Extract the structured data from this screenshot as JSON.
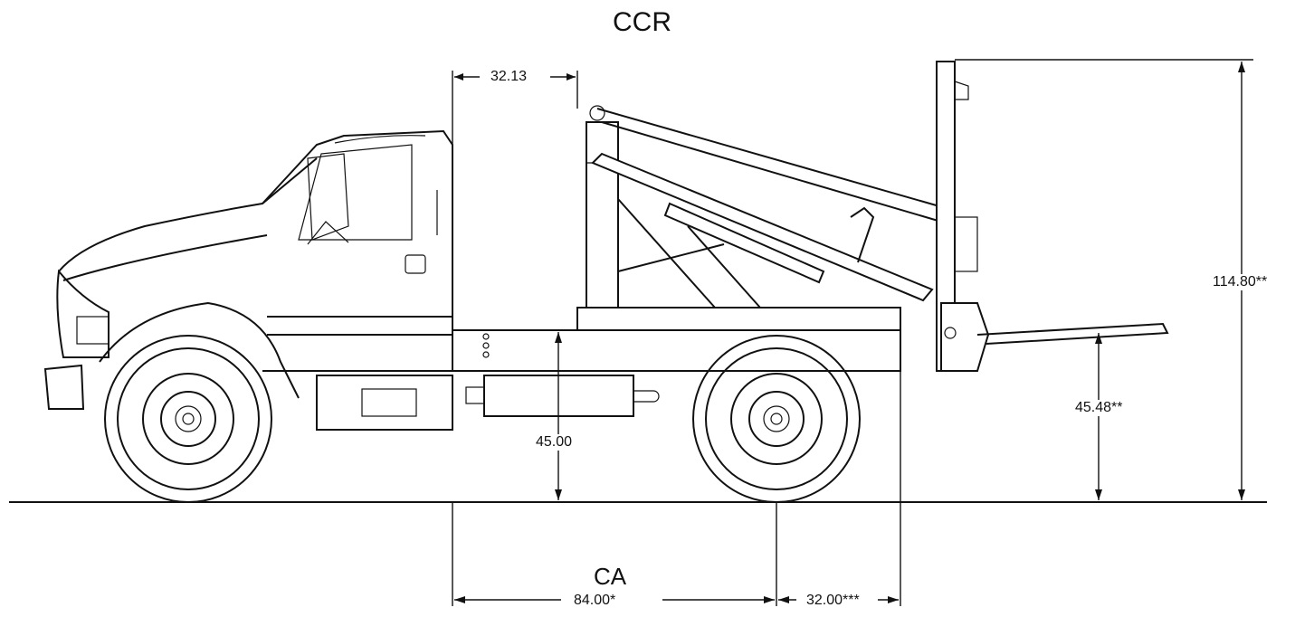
{
  "title": "CCR",
  "dimensions": {
    "top_offset": "32.13",
    "overall_height": "114.80**",
    "wheel_lift_height": "45.48**",
    "frame_height": "45.00",
    "ca_label": "CA",
    "ca_value": "84.00*",
    "rear_overhang": "32.00***"
  }
}
